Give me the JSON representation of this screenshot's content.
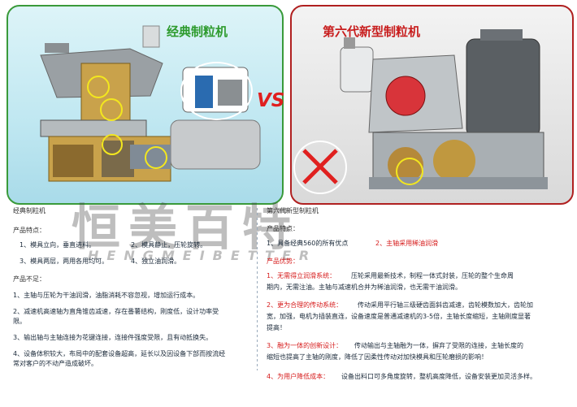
{
  "panels": {
    "classic": {
      "title": "经典制粒机"
    },
    "sixth": {
      "title": "第六代新型制粒机"
    },
    "vs": "VS"
  },
  "watermark": {
    "cn": "恒美百特",
    "en": "HENGMEIBETTER"
  },
  "classic": {
    "name": "经典制粒机",
    "features_heading": "产品特点：",
    "features": [
      "1、模具立向，垂直进料。",
      "2、模具静止，压轮旋转。",
      "3、模具两层，两用各用均可。",
      "4、独立油润滑。"
    ],
    "drawbacks_heading": "产品不足：",
    "drawbacks": [
      "1、主轴与压轮为干油润滑，油脂消耗不容忽视，增加运行成本。",
      "2、减速机高速轴为直角锥齿减速，存在番薯结构，刚度低，设计功率受",
      "限。",
      "3、输出轴与主轴连接为花键连接，连接件强度受限，且有动抵换失。",
      "4、设备体积较大，布局中的配套设备超高，延长以及因设备下部而按流经",
      "常对客户的不动产造成破坏。"
    ]
  },
  "sixth": {
    "name": "第六代新型制粒机",
    "features_heading": "产品特点：",
    "feature_1": "1、具备经典560的所有优点",
    "feature_2": "2、主轴采用稀油润滑",
    "advantages_heading": "产品优势：",
    "adv1_label": "1、无需得立润滑系统：",
    "adv1_lines": [
      "压轮采用最新技术，制程一体式封装，压轮的整个生命周",
      "期内，无需注油。主轴与减速机合并为稀油润滑，也无需干油润滑。"
    ],
    "adv2_label": "2、更为合理的传动系统：",
    "adv2_lines": [
      "传动采用平行轴三级硬齿面斜齿减速，齿轮模数加大，齿轮加",
      "宽，加强，电机为插装直连，设备速度是普通减速机的3-5倍，主轴长度缩短，主轴刚度显著",
      "提高！"
    ],
    "adv3_label": "3、融为一体的创新设计：",
    "adv3_lines": [
      "传动输出与主轴融为一体，摒弃了受限的连接，主轴长度的",
      "缩短也提高了主轴的刚度，降低了因柔性传动对加快模具和压轮磨损的影响！"
    ],
    "adv4_label": "4、为用户降低成本：",
    "adv4_lines": [
      "设备出料口可多角度旋转，整机高度降低，设备安装更加灵活多样。"
    ]
  }
}
